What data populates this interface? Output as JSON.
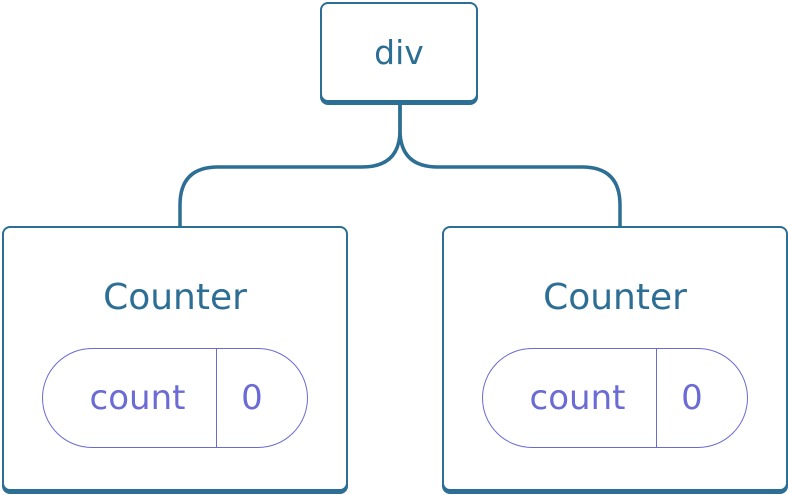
{
  "colors": {
    "node_border": "#2d6e94",
    "node_text": "#2d6e94",
    "state_border": "#6b6bd6",
    "state_text": "#6b6bd6",
    "background": "#ffffff"
  },
  "root": {
    "label": "div"
  },
  "children": [
    {
      "label": "Counter",
      "state": {
        "name": "count",
        "value": "0"
      }
    },
    {
      "label": "Counter",
      "state": {
        "name": "count",
        "value": "0"
      }
    }
  ]
}
